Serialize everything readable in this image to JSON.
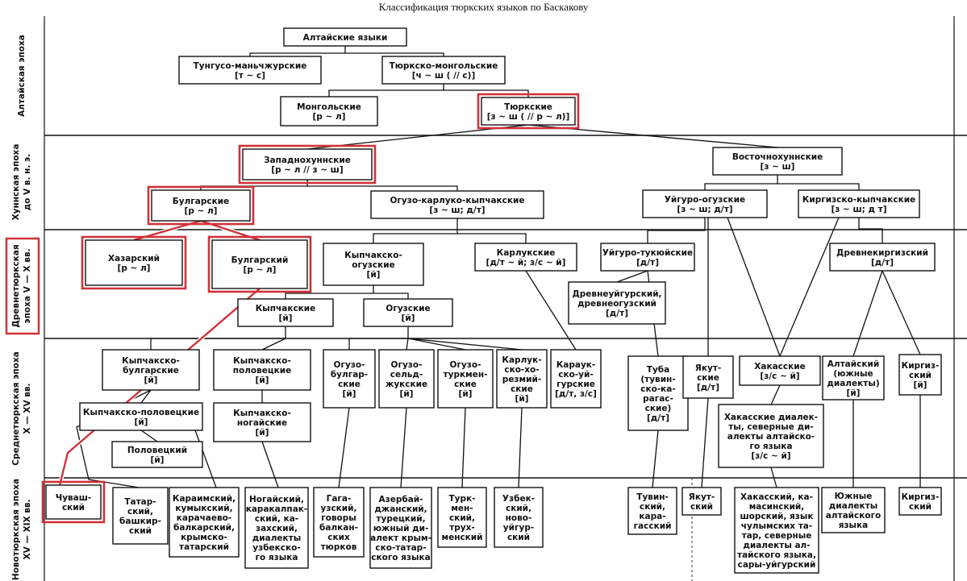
{
  "title": "Классификация тюркских языков по Баскакову",
  "colors": {
    "highlight": "#d0323a",
    "ink": "#111111"
  },
  "bands": [
    {
      "id": "altai",
      "lines": [
        "Алтайская эпоха"
      ]
    },
    {
      "id": "hun",
      "lines": [
        "Хуннская эпоха",
        "до V в. н. э."
      ]
    },
    {
      "id": "old",
      "lines": [
        "Древнетюркская",
        "эпоха V — X вв."
      ]
    },
    {
      "id": "middle",
      "lines": [
        "Среднетюркская эпоха",
        "X — XV вв."
      ]
    },
    {
      "id": "new",
      "lines": [
        "Новотюркская эпоха",
        "XV — XIX вв."
      ]
    }
  ],
  "nodes": [
    {
      "id": "altaic",
      "lines": [
        "Алтайские языки"
      ]
    },
    {
      "id": "tungus",
      "lines": [
        "Тунгусо-маньчжурские",
        "[т ~ с]"
      ]
    },
    {
      "id": "turkmong",
      "lines": [
        "Тюркско-монгольские",
        "[ч ~ ш ( // с)]"
      ]
    },
    {
      "id": "mongol",
      "lines": [
        "Монгольские",
        "[р ~ л]"
      ]
    },
    {
      "id": "turkic",
      "lines": [
        "Тюркские",
        "[з ~ ш ( // р ~ л)]"
      ],
      "highlight": true
    },
    {
      "id": "westhun",
      "lines": [
        "Западнохуннские",
        "[р ~ л // з ~ ш]"
      ],
      "highlight": true
    },
    {
      "id": "easthun",
      "lines": [
        "Восточнохуннские",
        "[з ~ ш]"
      ]
    },
    {
      "id": "bulgar",
      "lines": [
        "Булгарские",
        "[р ~ л]"
      ],
      "highlight": true
    },
    {
      "id": "oguzkarl",
      "lines": [
        "Огузо-карлуко-кыпчакские",
        "[з ~ ш; д/т]"
      ]
    },
    {
      "id": "uyguroguz",
      "lines": [
        "Уйгуро-огузские",
        "[з ~ ш; д/т]"
      ]
    },
    {
      "id": "kirgkyp",
      "lines": [
        "Киргизско-кыпчакские",
        "[з ~ ш; д т]"
      ]
    },
    {
      "id": "khazar",
      "lines": [
        "Хазарский",
        "[р ~ л]"
      ],
      "highlight": true
    },
    {
      "id": "bulgar2",
      "lines": [
        "Булгарский",
        "[р ~ л]"
      ],
      "highlight": true
    },
    {
      "id": "kypoguz",
      "lines": [
        "Кыпчакско-",
        "огузские",
        "[й]"
      ]
    },
    {
      "id": "karluk",
      "lines": [
        "Карлукские",
        "[д/т ~ й; з/с ~ й]"
      ]
    },
    {
      "id": "uygtukyu",
      "lines": [
        "Уйгуро-тукюйские",
        "[д/т]"
      ]
    },
    {
      "id": "oldkirg",
      "lines": [
        "Древнекиргизский",
        "[д/т]"
      ]
    },
    {
      "id": "olduyg",
      "lines": [
        "Древнеуйгурский,",
        "древнеогузский",
        "[д/т]"
      ]
    },
    {
      "id": "kypchak",
      "lines": [
        "Кыпчакские",
        "[й]"
      ]
    },
    {
      "id": "oguz",
      "lines": [
        "Огузские",
        "[й]"
      ]
    },
    {
      "id": "kypbulg",
      "lines": [
        "Кыпчакско-",
        "булгарские",
        "[й]"
      ]
    },
    {
      "id": "kyppol",
      "lines": [
        "Кыпчакско-",
        "половецкие",
        "[й]"
      ]
    },
    {
      "id": "kyppol2",
      "lines": [
        "Кыпчакско-половецкие",
        "[й]"
      ]
    },
    {
      "id": "kypnog",
      "lines": [
        "Кыпчакско-",
        "ногайские",
        "[й]"
      ]
    },
    {
      "id": "polov",
      "lines": [
        "Половецкий",
        "[й]"
      ]
    },
    {
      "id": "oguzbulg",
      "lines": [
        "Огузо-",
        "булгар-",
        "ские",
        "[й]"
      ]
    },
    {
      "id": "oguzselj",
      "lines": [
        "Огузо-",
        "сельд-",
        "жукские",
        "[й]"
      ]
    },
    {
      "id": "oguzturkm",
      "lines": [
        "Огузо-",
        "туркмен-",
        "ские",
        "[й]"
      ]
    },
    {
      "id": "karlkhor",
      "lines": [
        "Карлук-",
        "ско-хо-",
        "резмий-",
        "ские",
        "[й]"
      ]
    },
    {
      "id": "karluyg",
      "lines": [
        "Караук-",
        "ско-уй-",
        "гурские",
        "[д/т, з/с]"
      ]
    },
    {
      "id": "tuba",
      "lines": [
        "Туба",
        "(тувин-",
        "ско-ка-",
        "рагас-",
        "ские)",
        "[д/т]"
      ]
    },
    {
      "id": "yakut",
      "lines": [
        "Якут-",
        "ские",
        "[д/т]"
      ]
    },
    {
      "id": "khakas",
      "lines": [
        "Хакасские",
        "[з/с ~ й]"
      ]
    },
    {
      "id": "khakdial",
      "lines": [
        "Хакасские диалек-",
        "ты, северные ди-",
        "алекты алтайско-",
        "го языка",
        "[з/с ~ й]"
      ]
    },
    {
      "id": "altai",
      "lines": [
        "Алтайский",
        "(южные",
        "диалекты)",
        "[й]"
      ]
    },
    {
      "id": "kirgiz",
      "lines": [
        "Киргиз-",
        "ский",
        "[й]"
      ]
    },
    {
      "id": "chuvash",
      "lines": [
        "Чуваш-",
        "ский"
      ],
      "highlight": true
    },
    {
      "id": "tatar",
      "lines": [
        "Татар-",
        "ский,",
        "башкир-",
        "ский"
      ]
    },
    {
      "id": "karaim",
      "lines": [
        "Караимский,",
        "кумыкский,",
        "карачаево-",
        "балкарский,",
        "крымско-",
        "татарский"
      ]
    },
    {
      "id": "nogai",
      "lines": [
        "Ногайский,",
        "каракалпак-",
        "ский, ка-",
        "захский,",
        "диалекты",
        "узбекско-",
        "го языка"
      ]
    },
    {
      "id": "gagauz",
      "lines": [
        "Гага-",
        "узский,",
        "говоры",
        "балкан-",
        "ских",
        "тюрков"
      ]
    },
    {
      "id": "azer",
      "lines": [
        "Азербай-",
        "джанский,",
        "турецкий,",
        "южный ди-",
        "алект крым-",
        "ско-татар-",
        "ского языка"
      ]
    },
    {
      "id": "turkmen",
      "lines": [
        "Турк-",
        "мен-",
        "ский,",
        "трух-",
        "менский"
      ]
    },
    {
      "id": "uzbek",
      "lines": [
        "Узбек-",
        "ский,",
        "ново-",
        "уйгур-",
        "ский"
      ]
    },
    {
      "id": "tuvin",
      "lines": [
        "Тувин-",
        "ский,",
        "кара-",
        "гасский"
      ]
    },
    {
      "id": "yakut2",
      "lines": [
        "Якут-",
        "ский"
      ]
    },
    {
      "id": "khakas2",
      "lines": [
        "Хакасский, ка-",
        "масинский,",
        "шорский, язык",
        "чулымских та-",
        "тар, северные",
        "диалекты ал-",
        "тайского языка,",
        "сары-уйгурский"
      ]
    },
    {
      "id": "southdial",
      "lines": [
        "Южные",
        "диалекты",
        "алтайского",
        "языка"
      ]
    },
    {
      "id": "kirgiz2",
      "lines": [
        "Киргиз-",
        "ский"
      ]
    }
  ]
}
